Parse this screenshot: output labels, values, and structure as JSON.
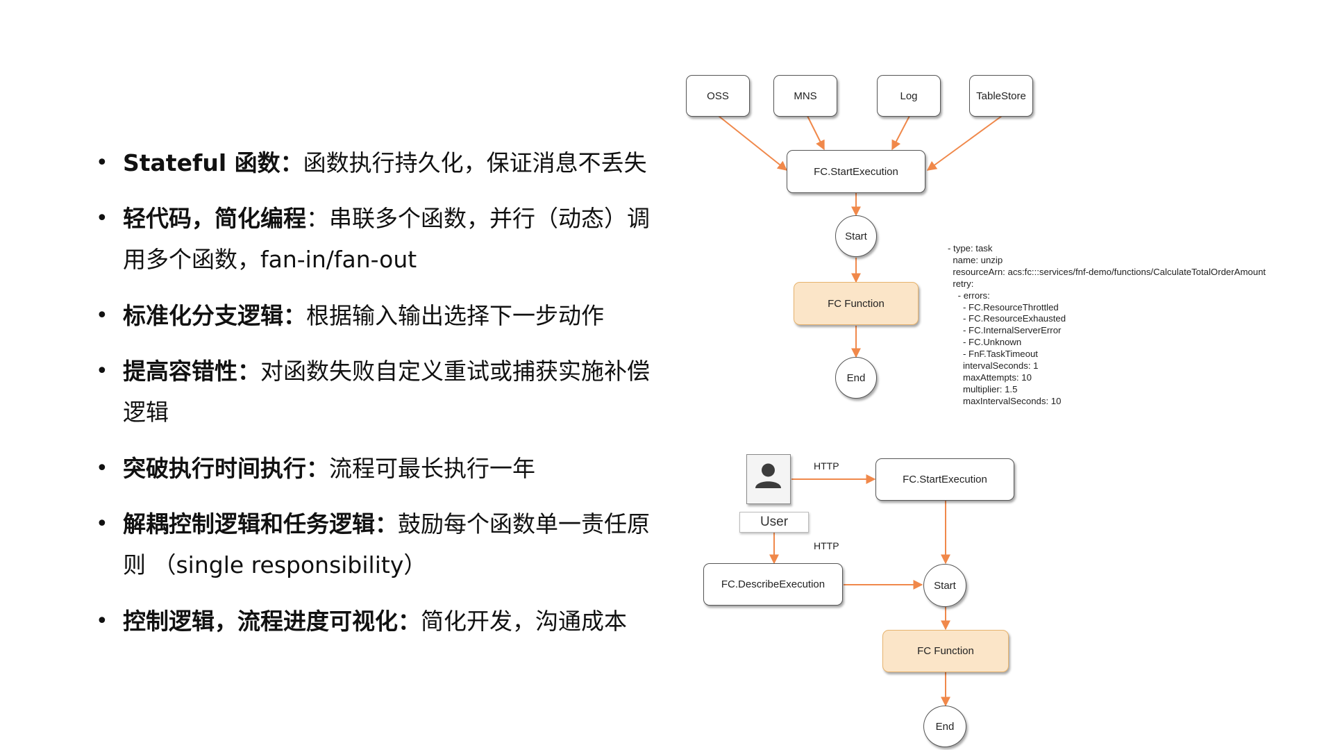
{
  "bullets": [
    {
      "bold": "Stateful 函数：",
      "text": "函数执行持久化，保证消息不丢失"
    },
    {
      "bold": "轻代码，简化编程",
      "text": "：串联多个函数，并行（动态）调用多个函数，fan-in/fan-out"
    },
    {
      "bold": "标准化分支逻辑：",
      "text": "根据输入输出选择下一步动作"
    },
    {
      "bold": "提高容错性：",
      "text": "对函数失败自定义重试或捕获实施补偿逻辑"
    },
    {
      "bold": "突破执行时间执行：",
      "text": "流程可最长执行一年"
    },
    {
      "bold": "解耦控制逻辑和任务逻辑：",
      "text": "鼓励每个函数单一责任原则 （single responsibility）"
    },
    {
      "bold": "控制逻辑，流程进度可视化：",
      "text": "简化开发，沟通成本"
    }
  ],
  "diagram1": {
    "sources": [
      "OSS",
      "MNS",
      "Log",
      "TableStore"
    ],
    "start_execution": "FC.StartExecution",
    "start": "Start",
    "function": "FC Function",
    "end": "End",
    "config": "- type: task\n  name: unzip\n  resourceArn: acs:fc:::services/fnf-demo/functions/CalculateTotalOrderAmount\n  retry:\n    - errors:\n      - FC.ResourceThrottled\n      - FC.ResourceExhausted\n      - FC.InternalServerError\n      - FC.Unknown\n      - FnF.TaskTimeout\n      intervalSeconds: 1\n      maxAttempts: 10\n      multiplier: 1.5\n      maxIntervalSeconds: 10"
  },
  "diagram2": {
    "user": "User",
    "http_top": "HTTP",
    "http_bottom": "HTTP",
    "start_execution": "FC.StartExecution",
    "describe_execution": "FC.DescribeExecution",
    "start": "Start",
    "function": "FC Function",
    "end": "End"
  },
  "colors": {
    "arrow": "#f0884a",
    "function_fill": "#fbe5c8",
    "function_border": "#e7b36d"
  }
}
